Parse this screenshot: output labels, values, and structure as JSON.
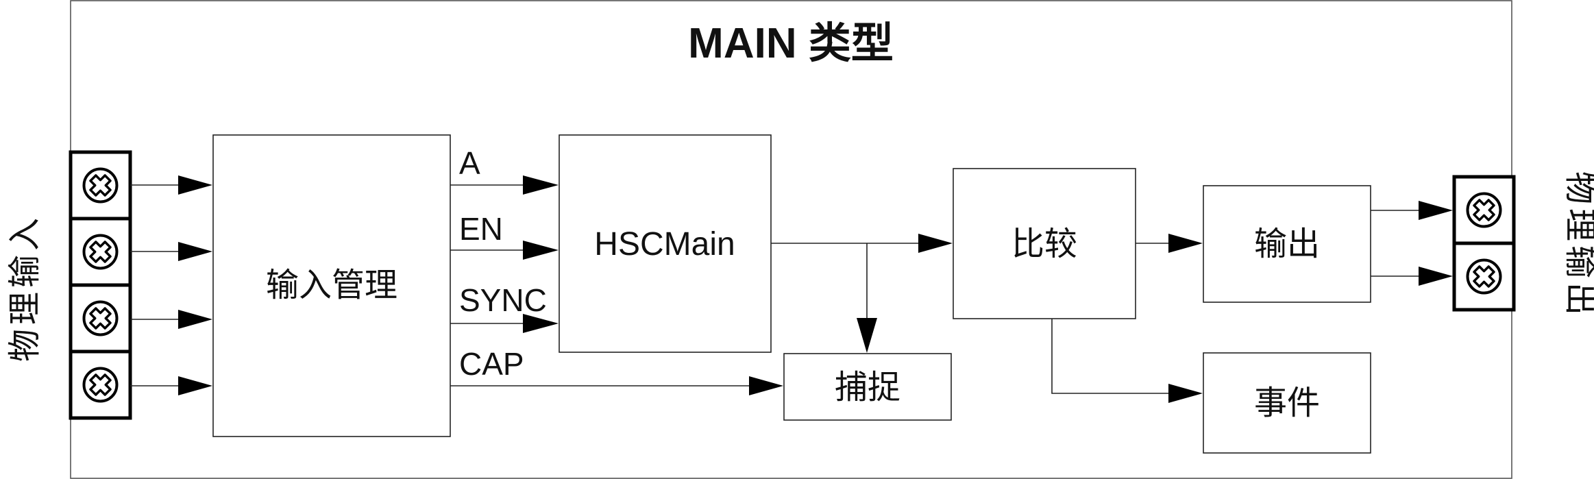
{
  "title": "MAIN 类型",
  "side_labels": {
    "left": "物理输入",
    "right": "物理输出"
  },
  "blocks": {
    "input_mgmt": "输入管理",
    "hscmain": "HSCMain",
    "compare": "比较",
    "output": "输出",
    "capture": "捕捉",
    "event": "事件"
  },
  "signals": {
    "a": "A",
    "en": "EN",
    "sync": "SYNC",
    "cap": "CAP"
  },
  "terminals": {
    "input_count": 4,
    "output_count": 2,
    "icon": "screw-terminal-icon"
  },
  "colors": {
    "line": "#222222",
    "arrow": "#000000",
    "background": "#ffffff"
  }
}
